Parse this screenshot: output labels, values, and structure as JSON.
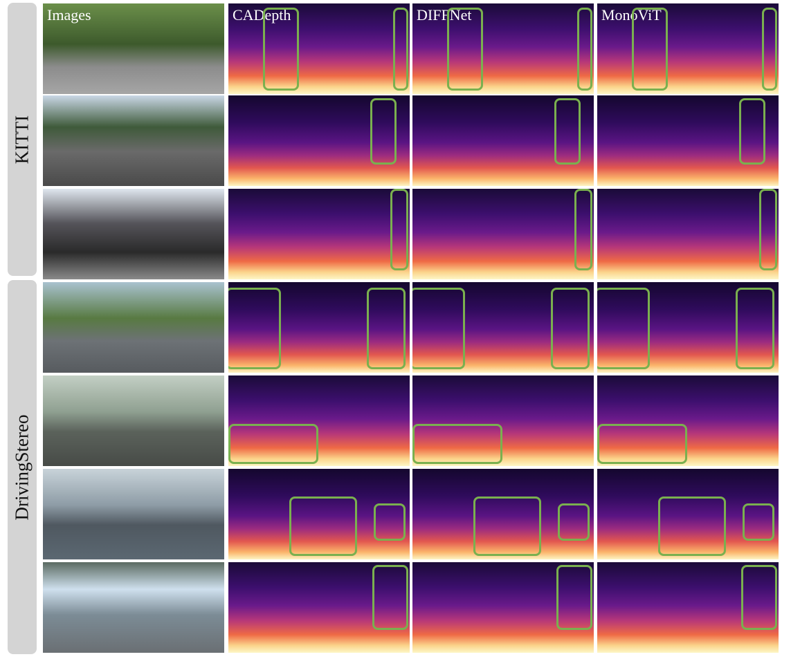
{
  "groups": {
    "kitti": "KITTI",
    "drivingstereo": "DrivingStereo"
  },
  "columns": [
    "Images",
    "CADepth",
    "DIFFNet",
    "MonoViT"
  ],
  "colors": {
    "highlight_box": "#7ab04f",
    "group_label_bg": "#d4d4d4",
    "caption_text": "#ffffff"
  }
}
